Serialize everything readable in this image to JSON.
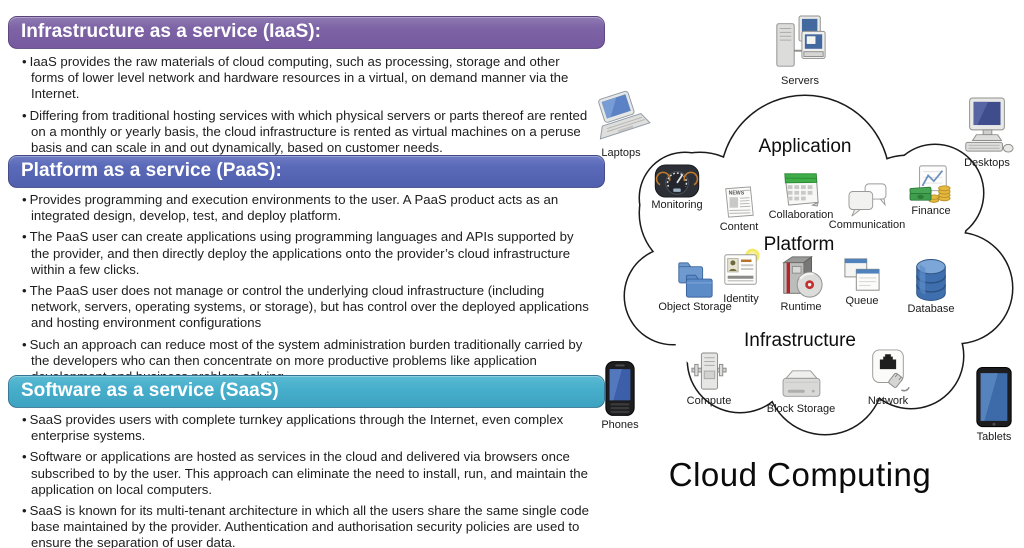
{
  "sections": [
    {
      "id": "iaas",
      "header": "Infrastructure as a service (IaaS):",
      "header_color": "#7d64a6",
      "bullets": [
        "IaaS provides the raw materials of cloud computing, such as processing, storage and other forms of lower level network and hardware resources in a virtual, on demand manner via the Internet.",
        "Differing from traditional hosting services with which physical servers or parts thereof are rented on a monthly or yearly basis, the cloud infrastructure is rented as virtual machines on a peruse basis and can scale in and out dynamically, based on customer needs."
      ]
    },
    {
      "id": "paas",
      "header": "Platform as a service (PaaS):",
      "header_color": "#5a69b8",
      "bullets": [
        "Provides programming and execution environments to the user. A PaaS product acts as an integrated design, develop, test, and deploy platform.",
        "The PaaS user can create applications using programming languages and APIs supported by the provider, and then directly deploy the applications onto the provider’s cloud infrastructure within a few clicks.",
        "The PaaS user does not manage or control the underlying cloud infrastructure (including network, servers, operating systems, or storage), but has control over the deployed applications and hosting environment configurations",
        "Such an approach can reduce most of the system administration burden traditionally carried by the developers who can then concentrate on more productive problems like application development and business problem solving."
      ]
    },
    {
      "id": "saas",
      "header": "Software as a service (SaaS)",
      "header_color": "#47aecb",
      "bullets": [
        "SaaS provides users with complete turnkey applications through the Internet, even complex enterprise systems.",
        "Software or applications are hosted as services in the cloud and delivered via browsers once subscribed to by the user. This approach can eliminate the need to install, run, and maintain the application on local computers.",
        "SaaS is known for its multi-tenant architecture in which all the users share the same single code base maintained by the provider. Authentication and authorisation security policies are used to ensure the separation of user data."
      ]
    }
  ],
  "diagram": {
    "title": "Cloud Computing",
    "layer_labels": {
      "application": "Application",
      "platform": "Platform",
      "infrastructure": "Infrastructure"
    },
    "devices": [
      {
        "label": "Servers",
        "icon": "servers-icon"
      },
      {
        "label": "Laptops",
        "icon": "laptops-icon"
      },
      {
        "label": "Desktops",
        "icon": "desktops-icon"
      },
      {
        "label": "Phones",
        "icon": "phones-icon"
      },
      {
        "label": "Tablets",
        "icon": "tablets-icon"
      }
    ],
    "application_nodes": [
      {
        "label": "Monitoring",
        "icon": "monitoring-icon"
      },
      {
        "label": "Content",
        "icon": "content-icon"
      },
      {
        "label": "Collaboration",
        "icon": "collaboration-icon"
      },
      {
        "label": "Communication",
        "icon": "communication-icon"
      },
      {
        "label": "Finance",
        "icon": "finance-icon"
      }
    ],
    "platform_nodes": [
      {
        "label": "Object Storage",
        "icon": "object-storage-icon"
      },
      {
        "label": "Identity",
        "icon": "identity-icon"
      },
      {
        "label": "Runtime",
        "icon": "runtime-icon"
      },
      {
        "label": "Queue",
        "icon": "queue-icon"
      },
      {
        "label": "Database",
        "icon": "database-icon"
      }
    ],
    "infrastructure_nodes": [
      {
        "label": "Compute",
        "icon": "compute-icon"
      },
      {
        "label": "Block Storage",
        "icon": "block-storage-icon"
      },
      {
        "label": "Network",
        "icon": "network-icon"
      }
    ]
  },
  "colors": {
    "iaas_header": "#7d64a6",
    "paas_header": "#5a69b8",
    "saas_header": "#47aecb",
    "header_text": "#ffffff",
    "body_text": "#1d1d1d",
    "cloud_outline": "#1a1a1a",
    "folder_blue": "#5c8cc7",
    "database_blue": "#3f6fae",
    "money_green": "#3f9e4d",
    "coin_gold": "#e6b93c"
  }
}
